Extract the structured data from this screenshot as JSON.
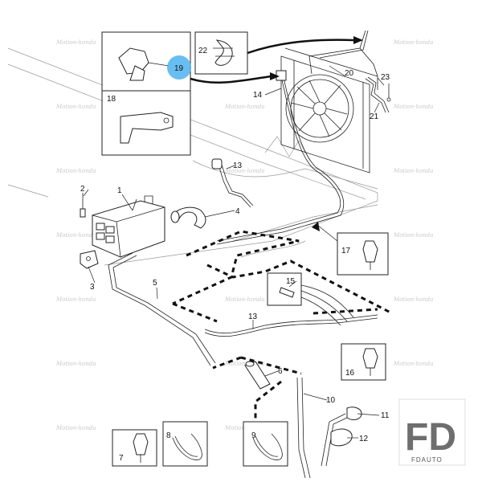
{
  "diagram": {
    "callouts": {
      "c1": "1",
      "c2": "2",
      "c3": "3",
      "c4": "4",
      "c5": "5",
      "c6": "6",
      "c7": "7",
      "c8": "8",
      "c9": "9",
      "c10": "10",
      "c11": "11",
      "c12": "12",
      "c13a": "13",
      "c13b": "13",
      "c14": "14",
      "c15": "15",
      "c16": "16",
      "c17": "17",
      "c18": "18",
      "c19": "19",
      "c20": "20",
      "c21": "21",
      "c22": "22",
      "c23": "23"
    },
    "highlight_color": "#4db3ee",
    "watermark_text": "Motion-honda"
  },
  "logo": {
    "mark": "FD",
    "caption": "FDAUTO"
  }
}
